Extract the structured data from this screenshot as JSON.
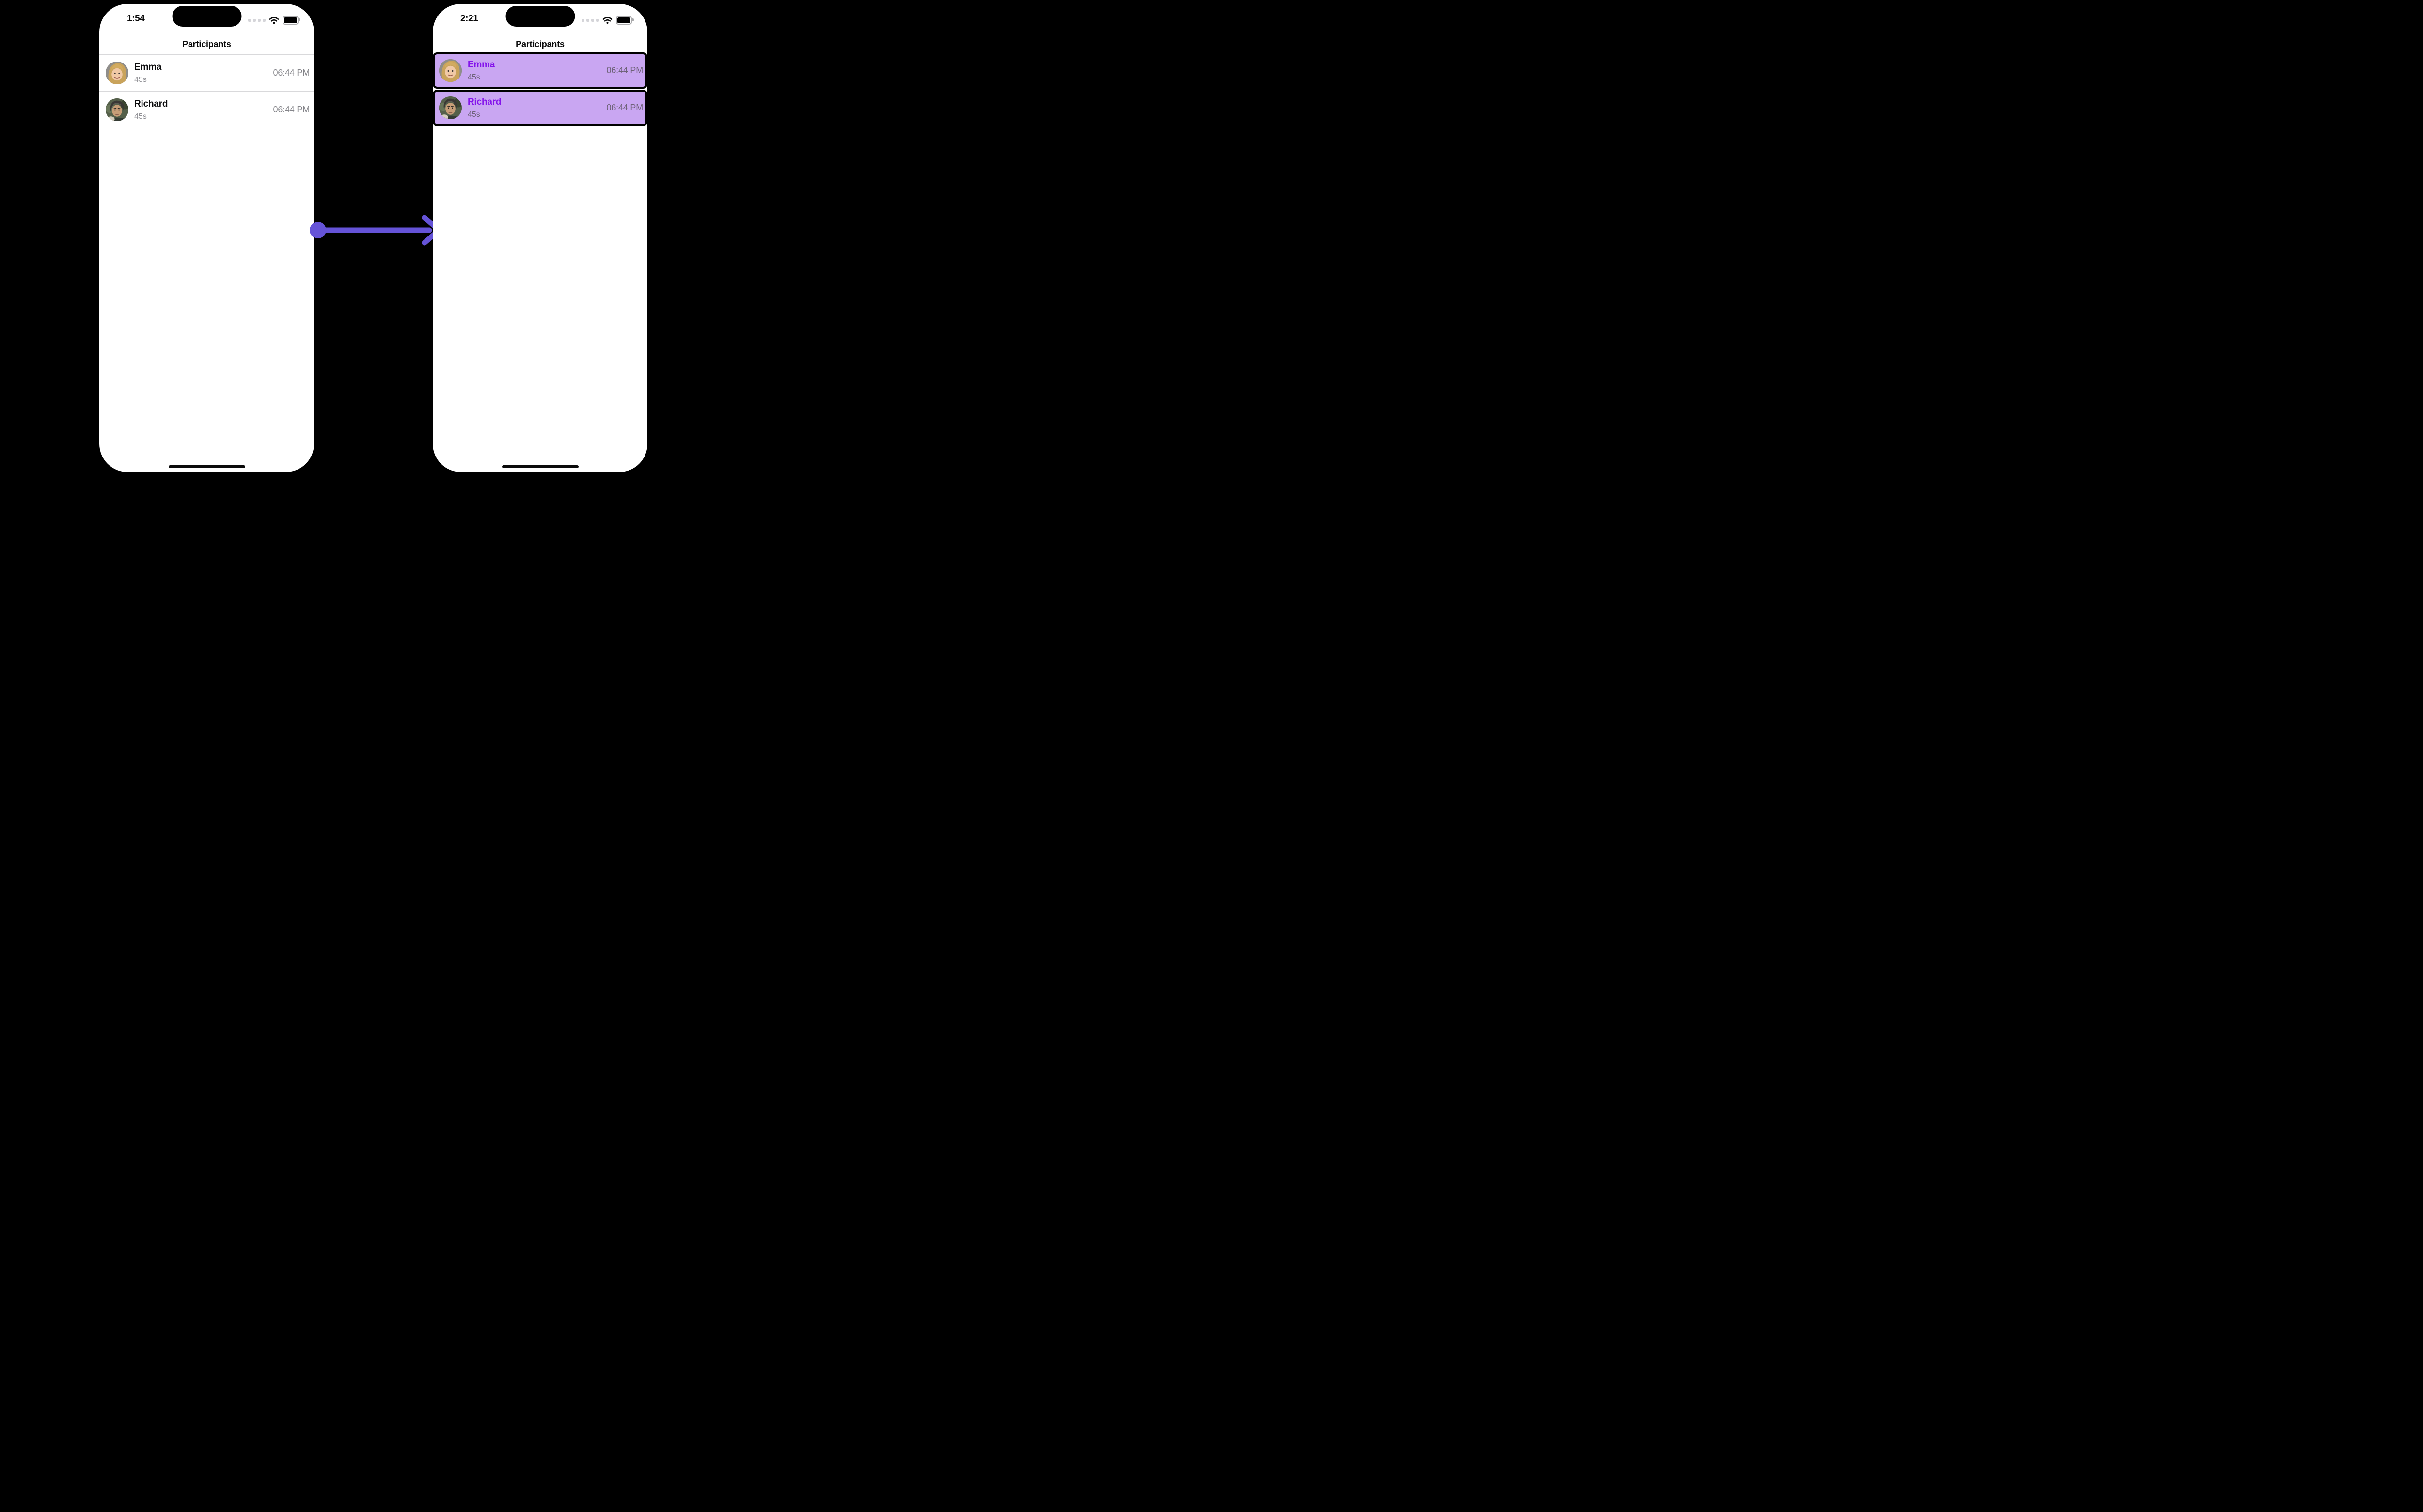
{
  "transition": {
    "arrow_direction": "left-to-right"
  },
  "colors": {
    "accent": "#8414EB",
    "highlight-bg": "#C9A6F2",
    "arrow": "#6553D7",
    "muted": "#8E8E93",
    "muted-on-highlight": "#6E6278",
    "time-muted": "#85858A",
    "divider": "#D9D9DB"
  },
  "phones": [
    {
      "state": "before",
      "status": {
        "time": "1:54"
      },
      "title": "Participants",
      "rows": [
        {
          "name": "Emma",
          "duration": "45s",
          "time": "06:44 PM"
        },
        {
          "name": "Richard",
          "duration": "45s",
          "time": "06:44 PM"
        }
      ]
    },
    {
      "state": "after-highlighted",
      "status": {
        "time": "2:21"
      },
      "title": "Participants",
      "rows": [
        {
          "name": "Emma",
          "duration": "45s",
          "time": "06:44 PM"
        },
        {
          "name": "Richard",
          "duration": "45s",
          "time": "06:44 PM"
        }
      ]
    }
  ]
}
